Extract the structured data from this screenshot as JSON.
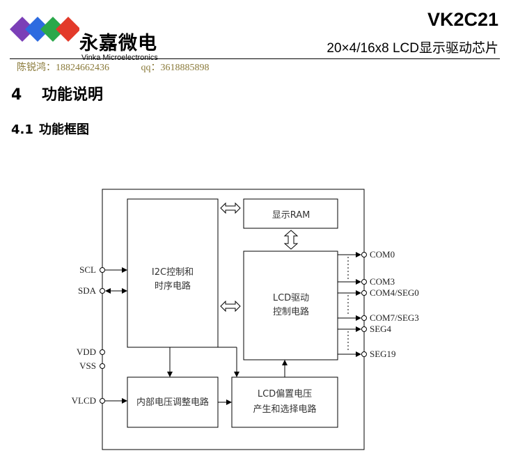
{
  "header": {
    "brand_cn": "永嘉微电",
    "brand_en": "Vinka Microelectronics",
    "model": "VK2C21",
    "subtitle": "20×4/16x8 LCD显示驱动芯片",
    "logo_colors": [
      "#7b3fb7",
      "#2d6be0",
      "#2aa84a",
      "#e33a2a"
    ]
  },
  "contact": {
    "person": "陈锐鸿：18824662436",
    "qq": "qq：3618885898",
    "color": "#8a7a3a"
  },
  "section": {
    "number": "4",
    "title": "功能说明"
  },
  "subsection": {
    "number": "4.1",
    "title": "功能框图"
  },
  "diagram": {
    "blocks": {
      "i2c": [
        "I2C控制和",
        "时序电路"
      ],
      "ram": [
        "显示RAM"
      ],
      "lcd_driver": [
        "LCD驱动",
        "控制电路"
      ],
      "regulator": [
        "内部电压调整电路"
      ],
      "bias": [
        "LCD偏置电压",
        "产生和选择电路"
      ]
    },
    "pins_left": [
      "SCL",
      "SDA",
      "VDD",
      "VSS",
      "VLCD"
    ],
    "pins_right": [
      "COM0",
      "COM3",
      "COM4/SEG0",
      "COM7/SEG3",
      "SEG4",
      "SEG19"
    ]
  }
}
